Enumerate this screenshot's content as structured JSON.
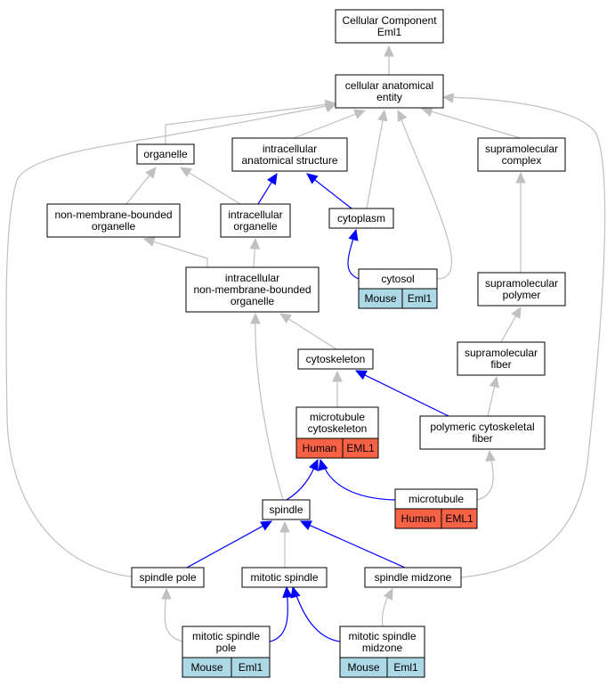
{
  "colors": {
    "edge_is_a": "#c0c0c0",
    "edge_part_of": "#0000ff",
    "mouse_cell": "#add8e6",
    "human_cell": "#fa6246",
    "node_fill": "#ffffff",
    "border": "#000000"
  },
  "nodes": [
    {
      "id": "root",
      "lines": [
        "Cellular Component",
        "Eml1"
      ]
    },
    {
      "id": "cae",
      "lines": [
        "cellular anatomical",
        "entity"
      ]
    },
    {
      "id": "organelle",
      "lines": [
        "organelle"
      ]
    },
    {
      "id": "ias",
      "lines": [
        "intracellular",
        "anatomical structure"
      ]
    },
    {
      "id": "smc",
      "lines": [
        "supramolecular",
        "complex"
      ]
    },
    {
      "id": "nmbo",
      "lines": [
        "non-membrane-bounded",
        "organelle"
      ]
    },
    {
      "id": "io",
      "lines": [
        "intracellular",
        "organelle"
      ]
    },
    {
      "id": "cytoplasm",
      "lines": [
        "cytoplasm"
      ]
    },
    {
      "id": "cytosol",
      "lines": [
        "cytosol"
      ],
      "annotation": {
        "species": "Mouse",
        "gene": "Eml1",
        "style": "mouse"
      }
    },
    {
      "id": "inmbo",
      "lines": [
        "intracellular",
        "non-membrane-bounded",
        "organelle"
      ]
    },
    {
      "id": "smp",
      "lines": [
        "supramolecular",
        "polymer"
      ]
    },
    {
      "id": "cytoskeleton",
      "lines": [
        "cytoskeleton"
      ]
    },
    {
      "id": "smf",
      "lines": [
        "supramolecular",
        "fiber"
      ]
    },
    {
      "id": "mtcyto",
      "lines": [
        "microtubule",
        "cytoskeleton"
      ],
      "annotation": {
        "species": "Human",
        "gene": "EML1",
        "style": "human"
      }
    },
    {
      "id": "pcf",
      "lines": [
        "polymeric cytoskeletal",
        "fiber"
      ]
    },
    {
      "id": "microtubule",
      "lines": [
        "microtubule"
      ],
      "annotation": {
        "species": "Human",
        "gene": "EML1",
        "style": "human"
      }
    },
    {
      "id": "spindle",
      "lines": [
        "spindle"
      ]
    },
    {
      "id": "spole",
      "lines": [
        "spindle pole"
      ]
    },
    {
      "id": "mspindle",
      "lines": [
        "mitotic spindle"
      ]
    },
    {
      "id": "smidzone",
      "lines": [
        "spindle midzone"
      ]
    },
    {
      "id": "mspole",
      "lines": [
        "mitotic spindle",
        "pole"
      ],
      "annotation": {
        "species": "Mouse",
        "gene": "Eml1",
        "style": "mouse"
      }
    },
    {
      "id": "msmidzone",
      "lines": [
        "mitotic spindle",
        "midzone"
      ],
      "annotation": {
        "species": "Mouse",
        "gene": "Eml1",
        "style": "mouse"
      }
    }
  ],
  "edges": [
    {
      "from": "cae",
      "to": "root",
      "type": "is_a"
    },
    {
      "from": "organelle",
      "to": "cae",
      "type": "is_a"
    },
    {
      "from": "ias",
      "to": "cae",
      "type": "is_a"
    },
    {
      "from": "cytoplasm",
      "to": "cae",
      "type": "is_a"
    },
    {
      "from": "cytosol",
      "to": "cae",
      "type": "is_a"
    },
    {
      "from": "smc",
      "to": "cae",
      "type": "is_a"
    },
    {
      "from": "spole",
      "to": "cae",
      "type": "is_a"
    },
    {
      "from": "smidzone",
      "to": "cae",
      "type": "is_a"
    },
    {
      "from": "nmbo",
      "to": "organelle",
      "type": "is_a"
    },
    {
      "from": "io",
      "to": "organelle",
      "type": "is_a"
    },
    {
      "from": "io",
      "to": "ias",
      "type": "part_of"
    },
    {
      "from": "cytoplasm",
      "to": "ias",
      "type": "part_of"
    },
    {
      "from": "cytosol",
      "to": "cytoplasm",
      "type": "part_of"
    },
    {
      "from": "inmbo",
      "to": "nmbo",
      "type": "is_a"
    },
    {
      "from": "inmbo",
      "to": "io",
      "type": "is_a"
    },
    {
      "from": "smp",
      "to": "smc",
      "type": "is_a"
    },
    {
      "from": "cytoskeleton",
      "to": "inmbo",
      "type": "is_a"
    },
    {
      "from": "spindle",
      "to": "inmbo",
      "type": "is_a"
    },
    {
      "from": "smf",
      "to": "smp",
      "type": "is_a"
    },
    {
      "from": "mtcyto",
      "to": "cytoskeleton",
      "type": "is_a"
    },
    {
      "from": "pcf",
      "to": "cytoskeleton",
      "type": "part_of"
    },
    {
      "from": "pcf",
      "to": "smf",
      "type": "is_a"
    },
    {
      "from": "microtubule",
      "to": "pcf",
      "type": "is_a"
    },
    {
      "from": "spindle",
      "to": "mtcyto",
      "type": "part_of"
    },
    {
      "from": "microtubule",
      "to": "mtcyto",
      "type": "part_of"
    },
    {
      "from": "spole",
      "to": "spindle",
      "type": "part_of"
    },
    {
      "from": "mspindle",
      "to": "spindle",
      "type": "is_a"
    },
    {
      "from": "smidzone",
      "to": "spindle",
      "type": "part_of"
    },
    {
      "from": "mspole",
      "to": "spole",
      "type": "is_a"
    },
    {
      "from": "mspole",
      "to": "mspindle",
      "type": "part_of"
    },
    {
      "from": "msmidzone",
      "to": "mspindle",
      "type": "part_of"
    },
    {
      "from": "msmidzone",
      "to": "smidzone",
      "type": "is_a"
    }
  ]
}
